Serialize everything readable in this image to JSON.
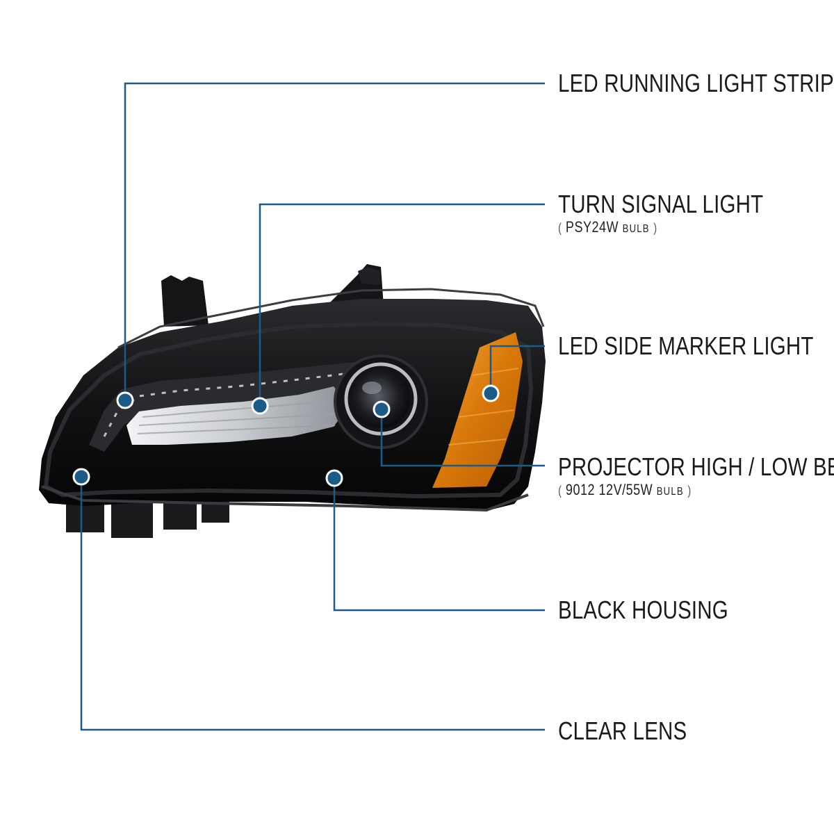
{
  "callouts": [
    {
      "id": "led-running-light-strip",
      "label": "LED RUNNING LIGHT STRIP"
    },
    {
      "id": "turn-signal-light",
      "label": "TURN SIGNAL LIGHT",
      "sub_open": "(",
      "sub_value": "PSY24W",
      "sub_unit": "BULB",
      "sub_close": ")"
    },
    {
      "id": "led-side-marker-light",
      "label": "LED SIDE MARKER LIGHT"
    },
    {
      "id": "projector-beam",
      "label": "PROJECTOR HIGH / LOW BEAM",
      "sub_open": "(",
      "sub_value": "9012  12V/55W",
      "sub_unit": "BULB",
      "sub_close": ")"
    },
    {
      "id": "black-housing",
      "label": "BLACK HOUSING"
    },
    {
      "id": "clear-lens",
      "label": "CLEAR LENS"
    }
  ],
  "colors": {
    "line": "#1c5a87",
    "dot": "#1c5a87",
    "dot_ring": "#ffffff",
    "housing": "#0e0e10",
    "amber": "#e08a12"
  },
  "product_icon": "headlight-assembly"
}
